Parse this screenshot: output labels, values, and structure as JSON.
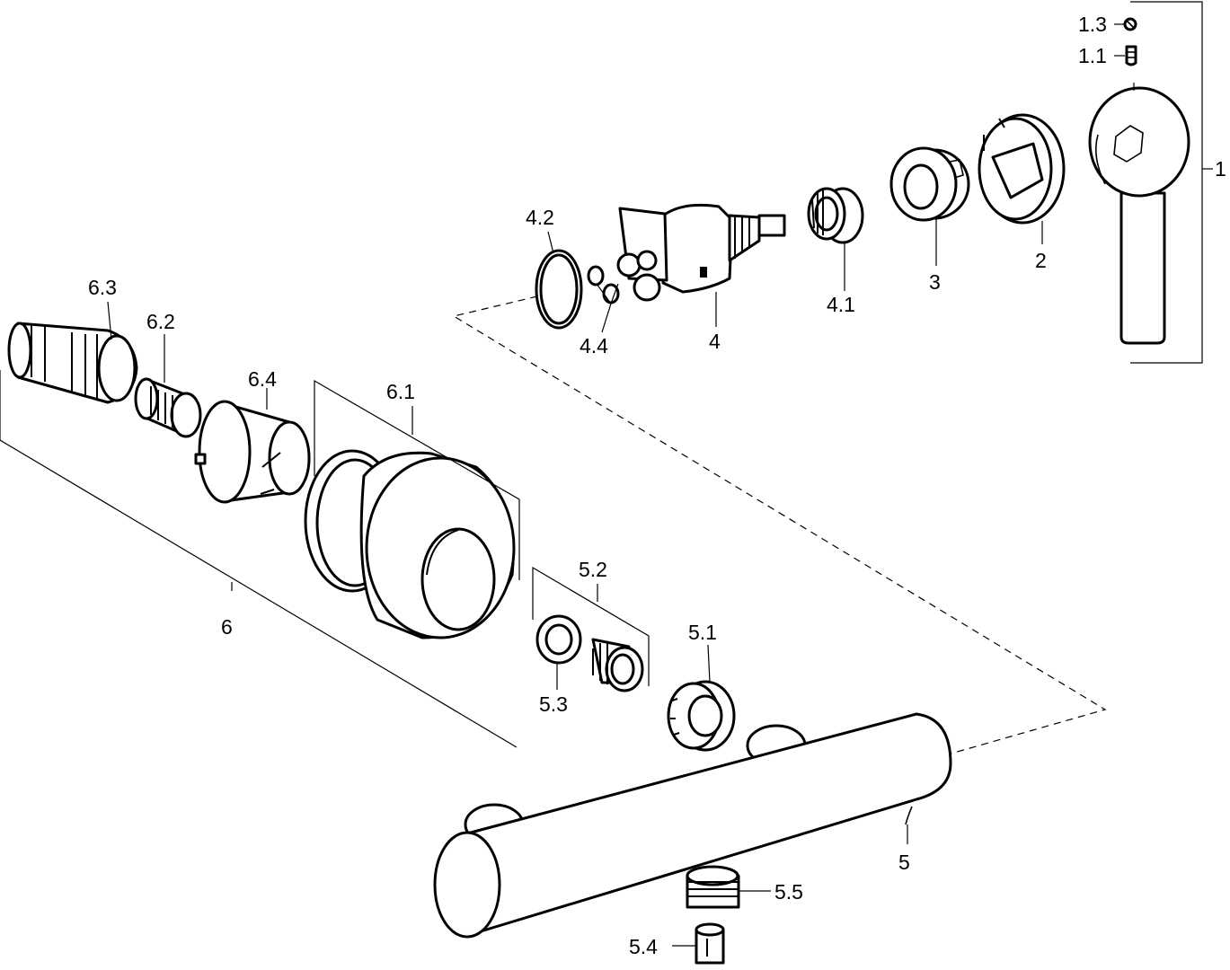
{
  "labels": {
    "p1": "1",
    "p1_1": "1.1",
    "p1_3": "1.3",
    "p2": "2",
    "p3": "3",
    "p4": "4",
    "p4_1": "4.1",
    "p4_2": "4.2",
    "p4_4": "4.4",
    "p5": "5",
    "p5_1": "5.1",
    "p5_2": "5.2",
    "p5_3": "5.3",
    "p5_4": "5.4",
    "p5_5": "5.5",
    "p6": "6",
    "p6_1": "6.1",
    "p6_2": "6.2",
    "p6_3": "6.3",
    "p6_4": "6.4"
  },
  "colors": {
    "line": "#000000",
    "background": "#ffffff"
  }
}
